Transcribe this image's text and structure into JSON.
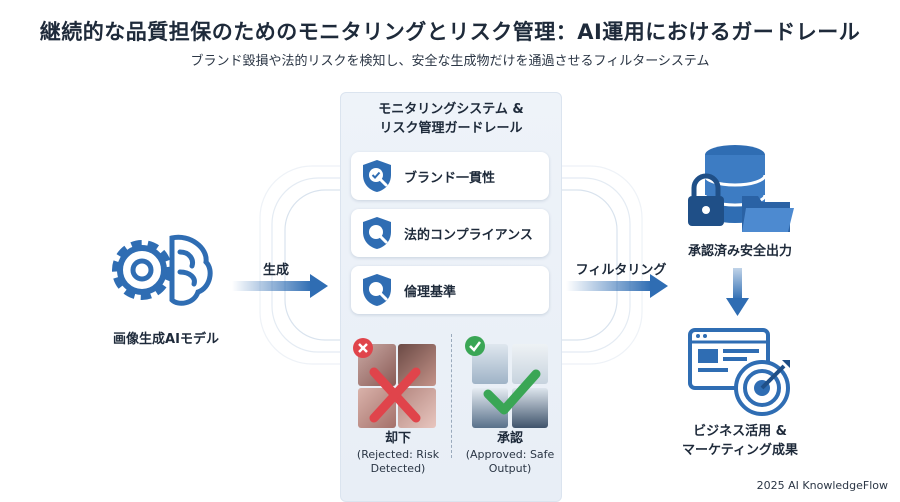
{
  "title": "継続的な品質担保のためのモニタリングとリスク管理：AI運用におけるガードレール",
  "subtitle": "ブランド毀損や法的リスクを検知し、安全な生成物だけを通過させるフィルターシステム",
  "source": {
    "label": "画像生成AIモデル",
    "icons": [
      "gear-icon",
      "brain-icon"
    ]
  },
  "edges": {
    "generate": "生成",
    "filtering": "フィルタリング"
  },
  "panel": {
    "title_line1": "モニタリングシステム &",
    "title_line2": "リスク管理ガードレール",
    "checks": [
      {
        "label": "ブランド一貫性",
        "icon": "shield-search-icon"
      },
      {
        "label": "法的コンプライアンス",
        "icon": "shield-search-icon"
      },
      {
        "label": "倫理基準",
        "icon": "shield-search-icon"
      }
    ],
    "rejected": {
      "main": "却下",
      "line1": "(Rejected: Risk",
      "line2": "Detected)"
    },
    "approved": {
      "main": "承認",
      "line1": "(Approved: Safe",
      "line2": "Output)"
    }
  },
  "outputs": {
    "safe_output": "承認済み安全出力",
    "business_line1": "ビジネス活用 &",
    "business_line2": "マーケティング成果"
  },
  "colors": {
    "primary_blue": "#2f6db3",
    "reject_red": "#e0444b",
    "approve_green": "#3aa655"
  },
  "footer": "2025 AI KnowledgeFlow"
}
